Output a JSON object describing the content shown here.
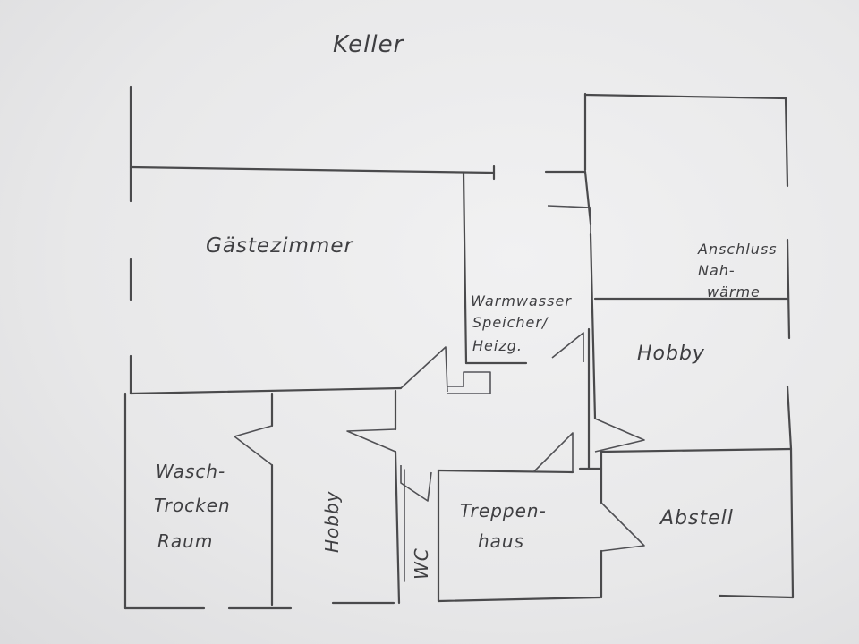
{
  "title": "Keller",
  "rooms": {
    "gaestezimmer": "Gästezimmer",
    "warmwasser": [
      "Warmwasser",
      "Speicher/",
      "Heizg."
    ],
    "anschluss": [
      "Anschluss",
      "Nah-",
      "wärme"
    ],
    "hobby_right": "Hobby",
    "hobby_left": "Hobby",
    "wasch": [
      "Wasch-",
      "Trocken",
      "Raum"
    ],
    "wc": "WC",
    "treppenhaus": [
      "Treppen-",
      "haus"
    ],
    "abstell": "Abstell"
  },
  "colors": {
    "pencil": "#4a4a4c",
    "paper": "#eeeeef"
  }
}
